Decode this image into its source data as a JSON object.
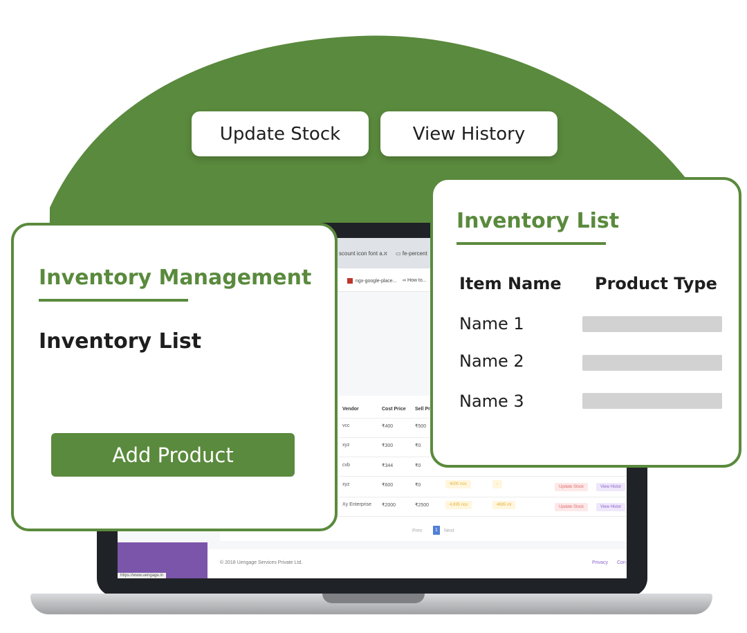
{
  "colors": {
    "brand_green": "#5a8a3d",
    "placeholder_gray": "#d2d2d2",
    "sidebar_purple": "#7b55aa"
  },
  "actions": {
    "update_stock": "Update Stock",
    "view_history": "View History"
  },
  "management_card": {
    "title": "Inventory Management",
    "subtitle": "Inventory List",
    "add_button": "Add Product"
  },
  "list_card": {
    "title": "Inventory List",
    "columns": [
      "Item Name",
      "Product Type"
    ],
    "rows": [
      "Name 1",
      "Name 2",
      "Name 3"
    ]
  },
  "screen": {
    "tabs": [
      "scount icon font a...",
      "fe-percent"
    ],
    "bookmarks": [
      "ngx-google-place...",
      "How to..."
    ],
    "table": {
      "headers": [
        "Vendor",
        "Cost Price",
        "Sell Pr"
      ],
      "rows": [
        {
          "vendor": "vcc",
          "cost": "₹400",
          "sell": "₹500"
        },
        {
          "vendor": "xyz",
          "cost": "₹300",
          "sell": "₹0"
        },
        {
          "vendor": "cvb",
          "cost": "₹344",
          "sell": "₹0"
        },
        {
          "vendor": "xyz",
          "cost": "₹600",
          "sell": "₹0",
          "qty": "4000 nos",
          "unit": "-"
        },
        {
          "vendor": "Xy Enterprise",
          "cost": "₹2000",
          "sell": "₹2500",
          "qty": "4,695 nos",
          "unit": "4695 ml"
        }
      ],
      "row_actions": {
        "update": "Update Stock",
        "history": "View Histor"
      }
    },
    "pager": {
      "prev": "Prev",
      "page": "1",
      "next": "Next"
    },
    "footer": {
      "copyright": "© 2018  Uengage Services Private Ltd.",
      "privacy": "Privacy",
      "contact": "Con"
    },
    "status_url": "https://www.uengage.in"
  }
}
